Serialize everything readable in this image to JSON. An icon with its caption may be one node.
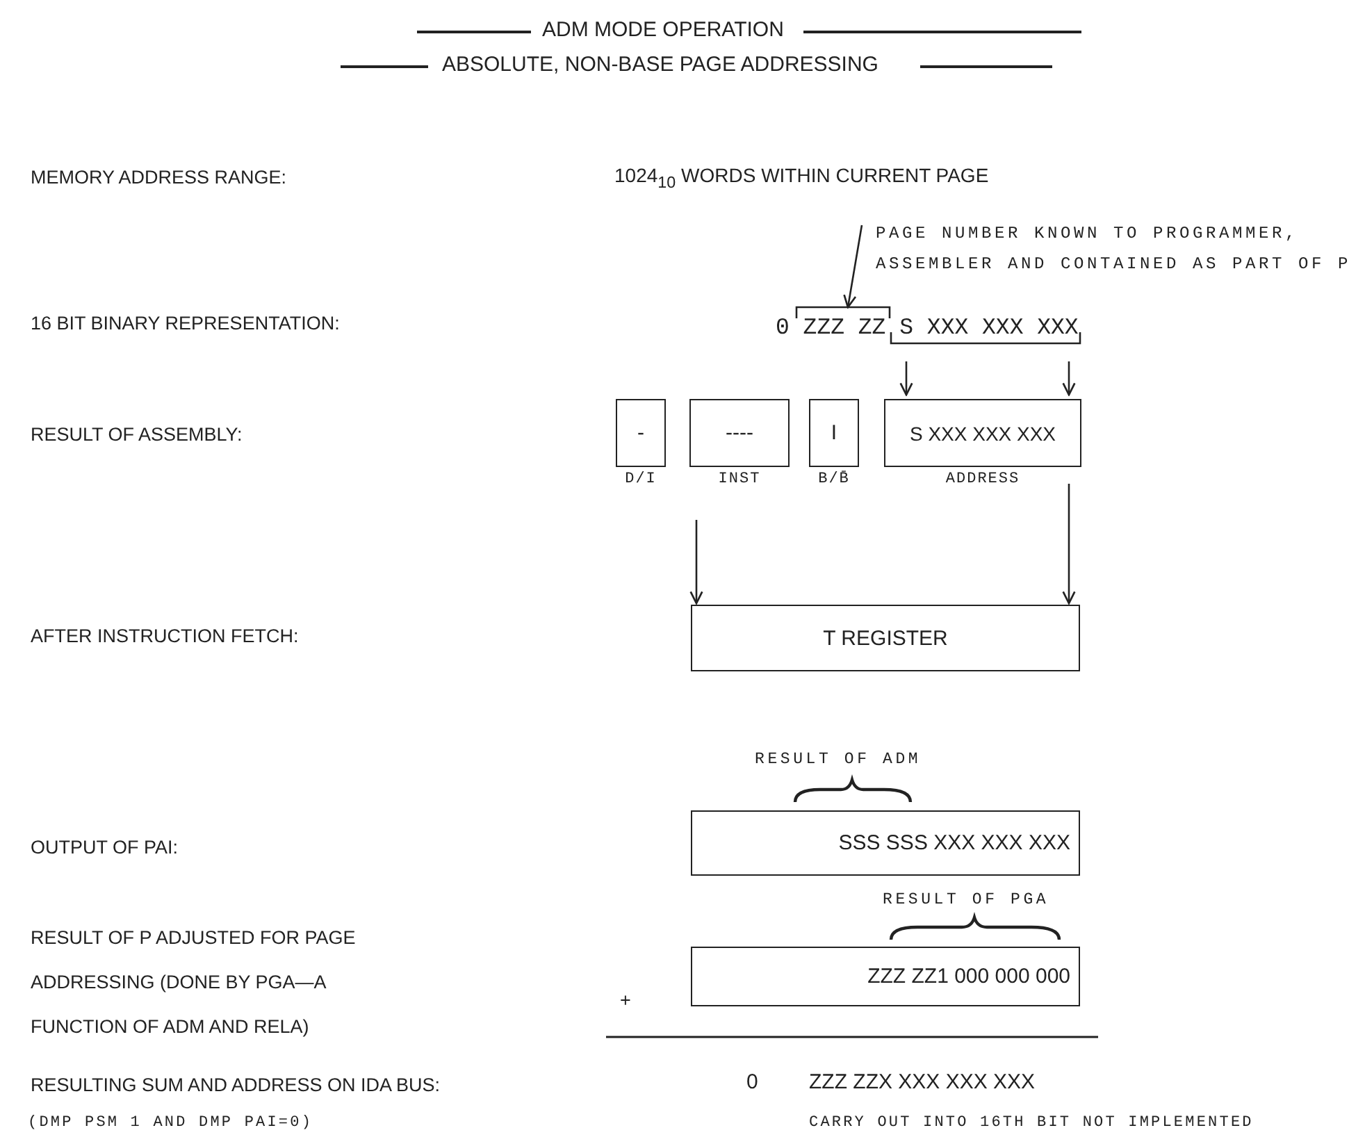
{
  "diagram": {
    "title": "ADM MODE OPERATION",
    "nodes": [
      {
        "text": [
          "PAGE NUMBER KNOWN TO PROGRAMMER, ASSEMBLER AND CONTAINED AS PART OF P"
        ]
      },
      {
        "text": [
          "0 ZZZ ZZ S XXX XXX XXX"
        ]
      },
      {
        "text": [
          "-"
        ],
        "beside": [
          "D/I"
        ]
      },
      {
        "text": [
          "----"
        ],
        "beside": [
          "INST"
        ]
      },
      {
        "text": [
          "I"
        ],
        "beside": [
          "B/B̄"
        ]
      },
      {
        "text": [
          "S XXX XXX XXX"
        ],
        "beside": [
          "ADDRESS"
        ]
      },
      {
        "text": [
          "T REGISTER"
        ]
      },
      {
        "text": [
          "SSS SSS XXX XXX XXX"
        ]
      },
      {
        "text": [
          "ZZZ ZZ1 000 000 000"
        ]
      }
    ],
    "edges": [
      {
        "from": 0,
        "to": 1,
        "arrow": "to"
      },
      {
        "from": 1,
        "to": 5,
        "arrow": "to"
      },
      {
        "from": 1,
        "to": 5,
        "arrow": "to"
      },
      {
        "from": 3,
        "to": 6,
        "arrow": "to"
      },
      {
        "from": 5,
        "to": 6,
        "arrow": "to"
      }
    ],
    "labels": [
      "ABSOLUTE, NON-BASE PAGE ADDRESSING",
      "MEMORY ADDRESS RANGE:",
      "1024$_{10}$ WORDS WITHIN CURRENT PAGE",
      "16 BIT BINARY REPRESENTATION:",
      "RESULT OF ASSEMBLY:",
      "AFTER INSTRUCTION FETCH:",
      "RESULT OF ADM",
      "OUTPUT OF PAI:",
      "RESULT OF PGA",
      "RESULT OF P ADJUSTED FOR PAGE ADDRESSING (DONE BY PGA—A FUNCTION OF ADM AND RELA)",
      "+",
      "RESULTING SUM AND ADDRESS ON IDA BUS:",
      "0",
      "ZZZ ZZX XXX XXX XXX",
      "(DMP PSM 1 AND DMP PAI=0)",
      "CARRY OUT INTO 16TH BIT NOT IMPLEMENTED"
    ]
  }
}
